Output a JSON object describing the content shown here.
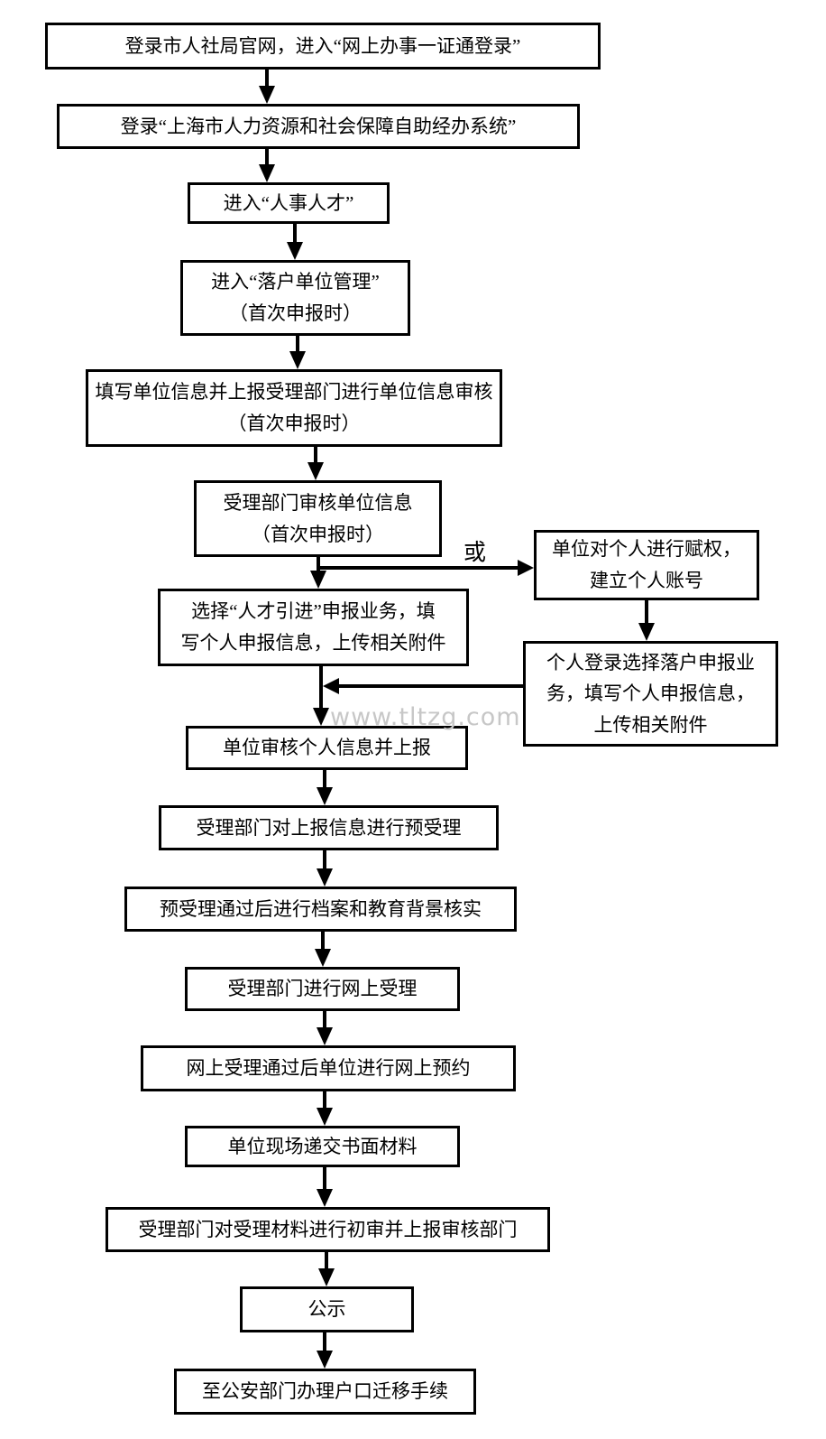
{
  "page": {
    "background_color": "#ffffff",
    "line_color": "#000000",
    "watermark_color": "#c7c7c7",
    "watermark": "www.tltzg.com"
  },
  "flowchart": {
    "or_label": "或",
    "nodes": [
      {
        "id": "step-login-hrss-website",
        "text": "登录市人社局官网，进入“网上办事一证通登录”"
      },
      {
        "id": "step-login-self-service-system",
        "text": "登录“上海市人力资源和社会保障自助经办系统”"
      },
      {
        "id": "step-enter-personnel-talent",
        "text": "进入“人事人才”"
      },
      {
        "id": "step-enter-settlement-unit-management",
        "text": "进入“落户单位管理”\n（首次申报时）"
      },
      {
        "id": "step-fill-unit-info-report",
        "text": "填写单位信息并上报受理部门进行单位信息审核\n（首次申报时）"
      },
      {
        "id": "step-unit-info-review",
        "text": "受理部门审核单位信息\n（首次申报时）"
      },
      {
        "id": "step-select-talent-introduction",
        "text": "选择“人才引进”申报业务，填\n写个人申报信息，上传相关附件"
      },
      {
        "id": "step-unit-authorize-individual",
        "text": "单位对个人进行赋权，\n建立个人账号"
      },
      {
        "id": "step-individual-login-declare",
        "text": "个人登录选择落户申报业\n务，填写个人申报信息，\n上传相关附件"
      },
      {
        "id": "step-unit-review-personal-info",
        "text": "单位审核个人信息并上报"
      },
      {
        "id": "step-pre-acceptance",
        "text": "受理部门对上报信息进行预受理"
      },
      {
        "id": "step-archive-education-verification",
        "text": "预受理通过后进行档案和教育背景核实"
      },
      {
        "id": "step-online-acceptance",
        "text": "受理部门进行网上受理"
      },
      {
        "id": "step-online-appointment",
        "text": "网上受理通过后单位进行网上预约"
      },
      {
        "id": "step-submit-paper-materials",
        "text": "单位现场递交书面材料"
      },
      {
        "id": "step-preliminary-review-report",
        "text": "受理部门对受理材料进行初审并上报审核部门"
      },
      {
        "id": "step-public-notice",
        "text": "公示"
      },
      {
        "id": "step-household-migration",
        "text": "至公安部门办理户口迁移手续"
      }
    ]
  }
}
